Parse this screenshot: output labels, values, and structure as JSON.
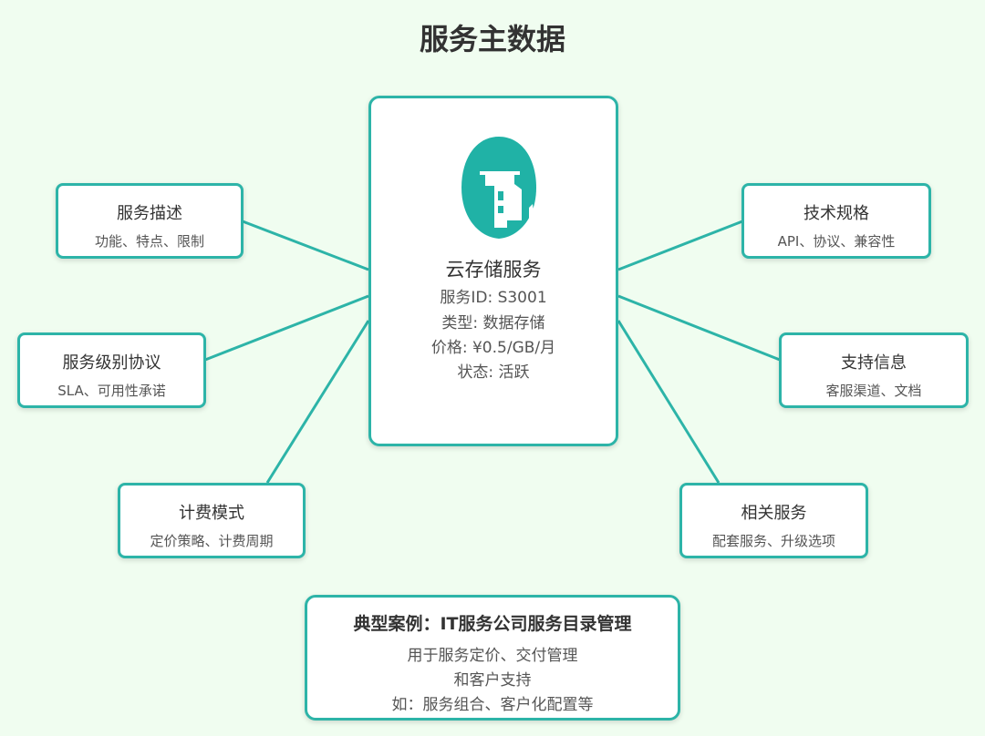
{
  "title": "服务主数据",
  "center": {
    "icon": "cloud-storage-icon",
    "name": "云存储服务",
    "lines": [
      "服务ID: S3001",
      "类型: 数据存储",
      "价格: ¥0.5/GB/月",
      "状态: 活跃"
    ]
  },
  "nodes": {
    "description": {
      "title": "服务描述",
      "subtitle": "功能、特点、限制"
    },
    "sla": {
      "title": "服务级别协议",
      "subtitle": "SLA、可用性承诺"
    },
    "billing": {
      "title": "计费模式",
      "subtitle": "定价策略、计费周期"
    },
    "tech": {
      "title": "技术规格",
      "subtitle": "API、协议、兼容性"
    },
    "support": {
      "title": "支持信息",
      "subtitle": "客服渠道、文档"
    },
    "related": {
      "title": "相关服务",
      "subtitle": "配套服务、升级选项"
    }
  },
  "case": {
    "title": "典型案例：IT服务公司服务目录管理",
    "lines": [
      "用于服务定价、交付管理",
      "和客户支持",
      "如：服务组合、客户化配置等"
    ]
  },
  "colors": {
    "accent": "#2db4a8",
    "background": "#f0fdf0",
    "card": "#ffffff"
  }
}
